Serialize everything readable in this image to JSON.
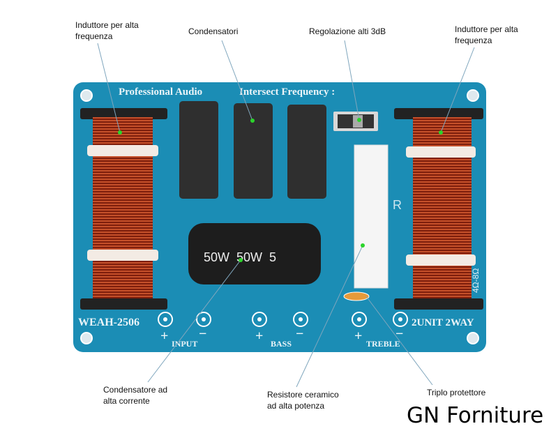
{
  "annotations": {
    "inductor_left": "Induttore per alta\nfrequenza",
    "capacitors": "Condensatori",
    "treble_adjust": "Regolazione alti 3dB",
    "inductor_right": "Induttore per alta\nfrequenza",
    "high_current_capacitor": "Condensatore ad\nalta corrente",
    "ceramic_resistor": "Resistore ceramico\nad alta potenza",
    "triple_protector": "Triplo protettore"
  },
  "board": {
    "title_left": "Professional Audio",
    "title_right": "Intersect Frequency :",
    "model": "WEAH-2506",
    "input_label": "INPUT",
    "bass_label": "BASS",
    "treble_label": "TREBLE",
    "config": "2UNIT 2WAY",
    "impedance": "4Ω-8Ω",
    "resistor_mark": "R",
    "capacitor_marking": "50W  50W  5",
    "plus": "+",
    "minus": "−"
  },
  "brand": "GN Forniture",
  "colors": {
    "board": "#1b8db5",
    "copper": "#9a2a12",
    "dot": "#2bd42b"
  }
}
